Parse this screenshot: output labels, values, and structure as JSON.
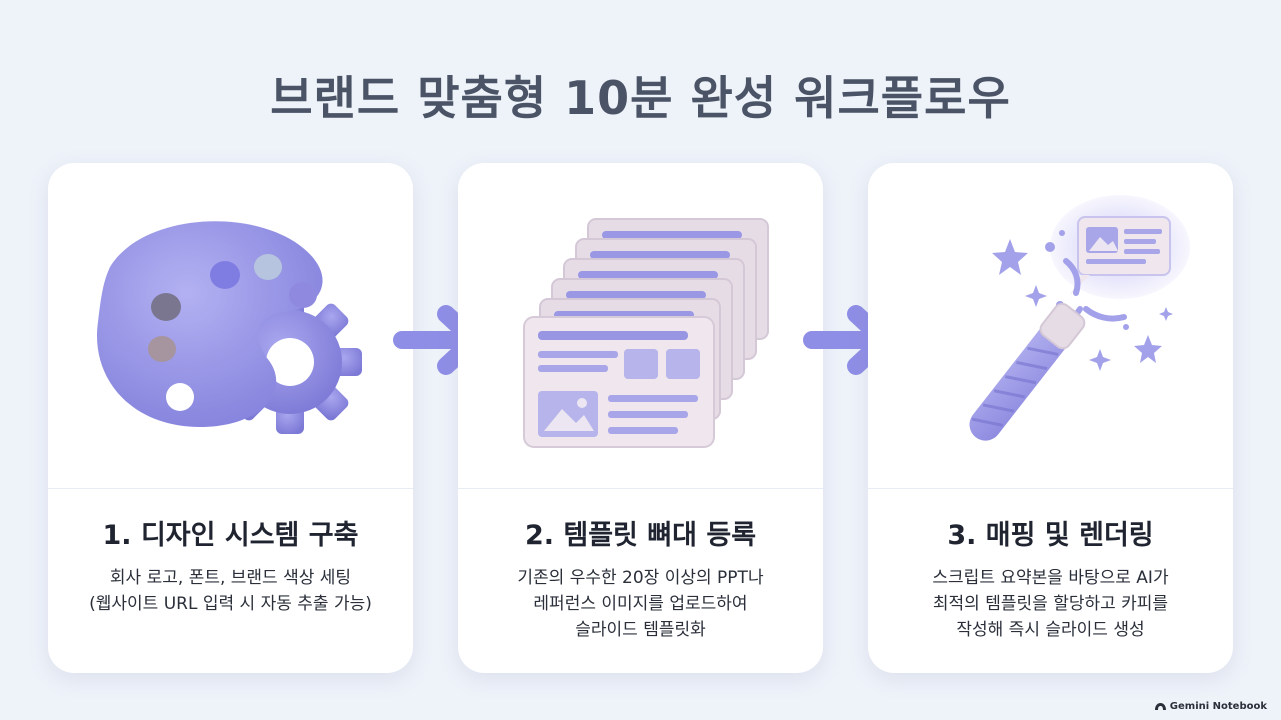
{
  "page": {
    "title": "브랜드 맞춤형 10분 완성 워크플로우"
  },
  "steps": [
    {
      "title": "1. 디자인 시스템 구축",
      "description": [
        "회사 로고, 폰트, 브랜드 색상 세팅",
        "(웹사이트 URL 입력 시 자동 추출 가능)"
      ],
      "icon": "palette-gear-icon"
    },
    {
      "title": "2. 템플릿 뼈대 등록",
      "description": [
        "기존의 우수한 20장 이상의 PPT나",
        "레퍼런스 이미지를 업로드하여",
        "슬라이드 템플릿화"
      ],
      "icon": "slide-stack-icon"
    },
    {
      "title": "3. 매핑 및 렌더링",
      "description": [
        "스크립트 요약본을 바탕으로 AI가",
        "최적의 템플릿을 할당하고 카피를",
        "작성해 즉시 슬라이드 생성"
      ],
      "icon": "magic-wand-icon"
    }
  ],
  "footer": {
    "brand": "Gemini Notebook"
  },
  "colors": {
    "accent": "#8f8ee6",
    "accent_dark": "#6f6dd0",
    "slide": "#e6dce6",
    "title": "#4a5466",
    "background": "#eef2f9"
  }
}
